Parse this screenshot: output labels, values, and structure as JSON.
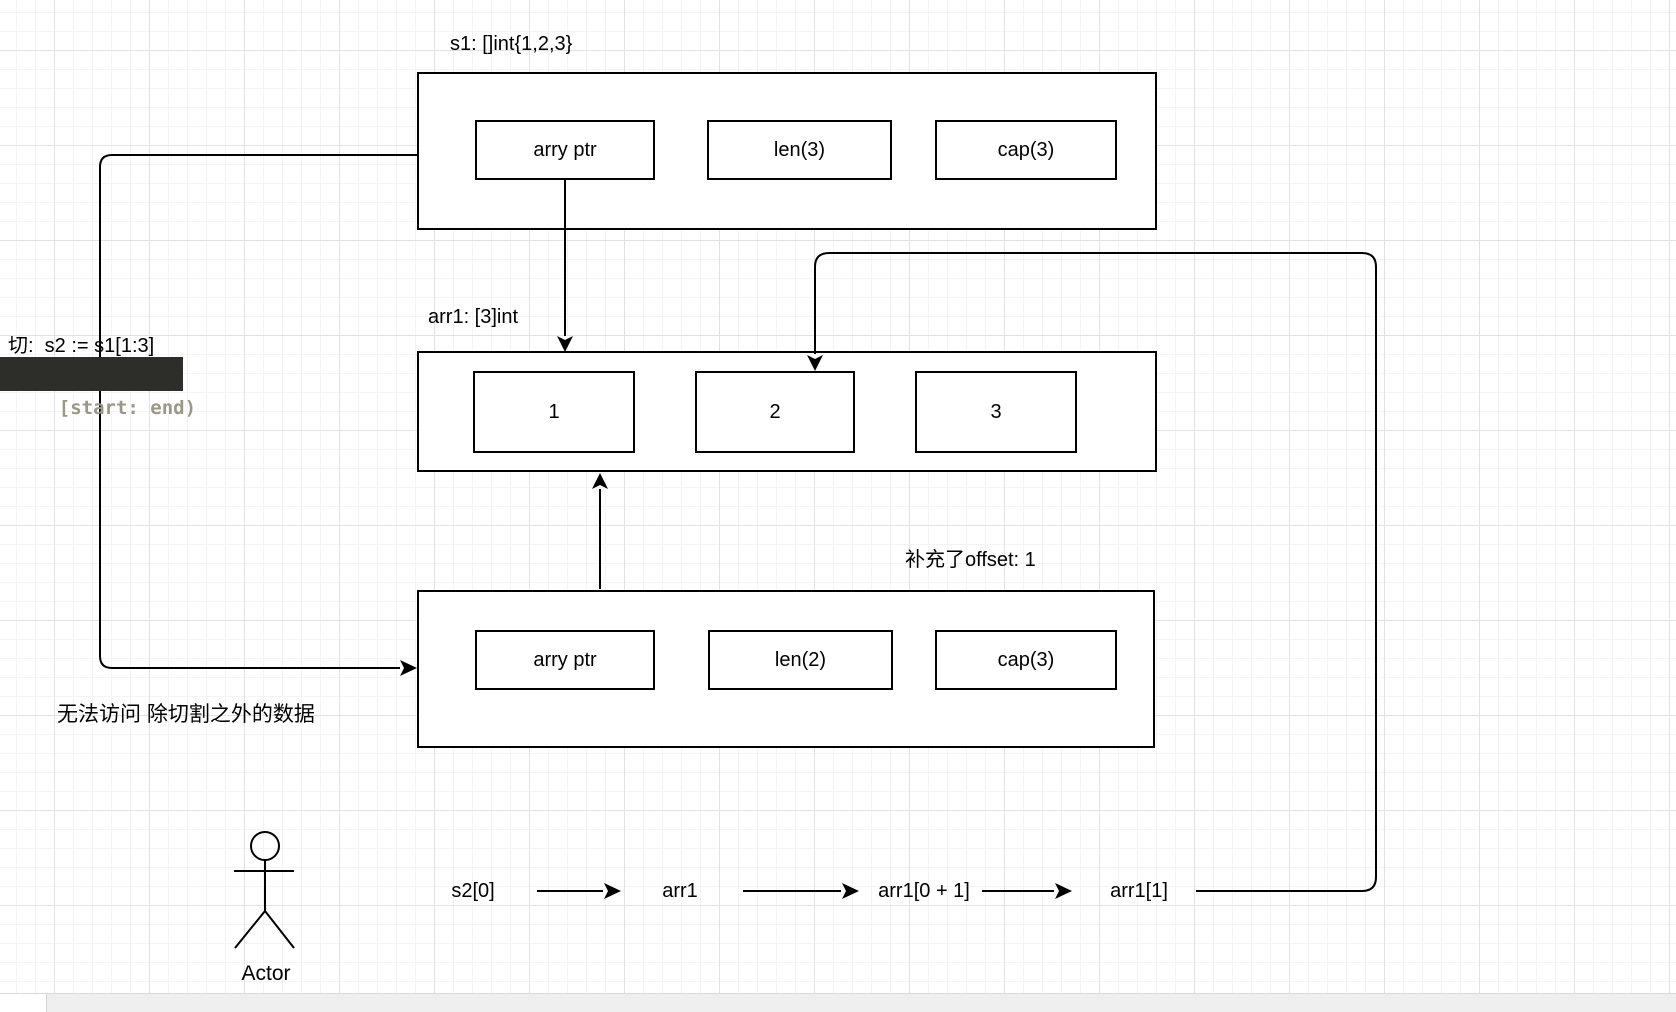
{
  "colors": {
    "stroke": "#000000",
    "box_fill": "#ffffff",
    "code_bg": "#2d2d2a",
    "code_text": "#9b9888",
    "grid_minor": "#f4f4f4",
    "grid_major": "#e2e2e2"
  },
  "s1": {
    "label": "s1: []int{1,2,3}",
    "fields": [
      "arry ptr",
      "len(3)",
      "cap(3)"
    ]
  },
  "arr1": {
    "label": "arr1: [3]int",
    "cells": [
      "1",
      "2",
      "3"
    ]
  },
  "s2": {
    "label": "补充了offset: 1",
    "fields": [
      "arry ptr",
      "len(2)",
      "cap(3)"
    ]
  },
  "annotations": {
    "slice_op": "切:  s2 := s1[1:3]",
    "interval": "[start: end)",
    "no_access": "无法访问 除切割之外的数据"
  },
  "flow": {
    "items": [
      "s2[0]",
      "arr1",
      "arr1[0 + 1]",
      "arr1[1]"
    ]
  },
  "actor": {
    "label": "Actor"
  }
}
